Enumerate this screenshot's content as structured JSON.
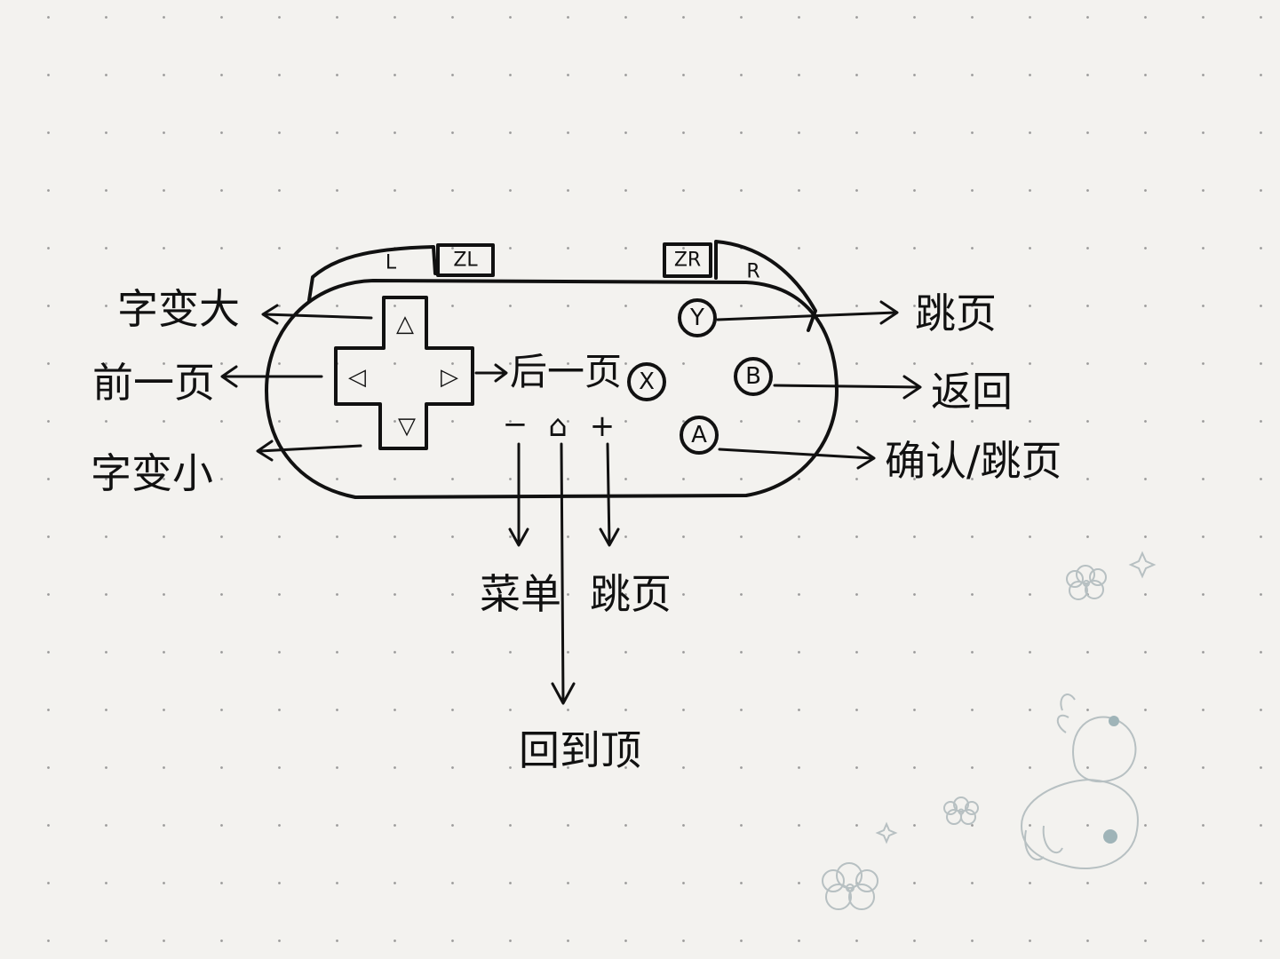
{
  "controller": {
    "shoulder_left": "L",
    "shoulder_zl": "ZL",
    "shoulder_zr": "ZR",
    "shoulder_right": "R",
    "dpad_up": "△",
    "dpad_left": "◁",
    "dpad_right": "▷",
    "dpad_down": "▽",
    "face_y": "Y",
    "face_x": "X",
    "face_b": "B",
    "face_a": "A",
    "minus": "−",
    "home": "⌂",
    "plus": "+"
  },
  "annotations": {
    "zoom_in": "字变大",
    "prev_page": "前一页",
    "zoom_out": "字变小",
    "next_page": "后一页",
    "jump_page_top": "跳页",
    "back": "返回",
    "confirm_jump": "确认/跳页",
    "menu": "菜单",
    "jump_page_plus": "跳页",
    "go_to_top": "回到顶"
  },
  "colors": {
    "ink": "#111111",
    "paper": "#f3f2ef",
    "dots": "#9a9a9a",
    "sticker": "#b7c0c2"
  }
}
